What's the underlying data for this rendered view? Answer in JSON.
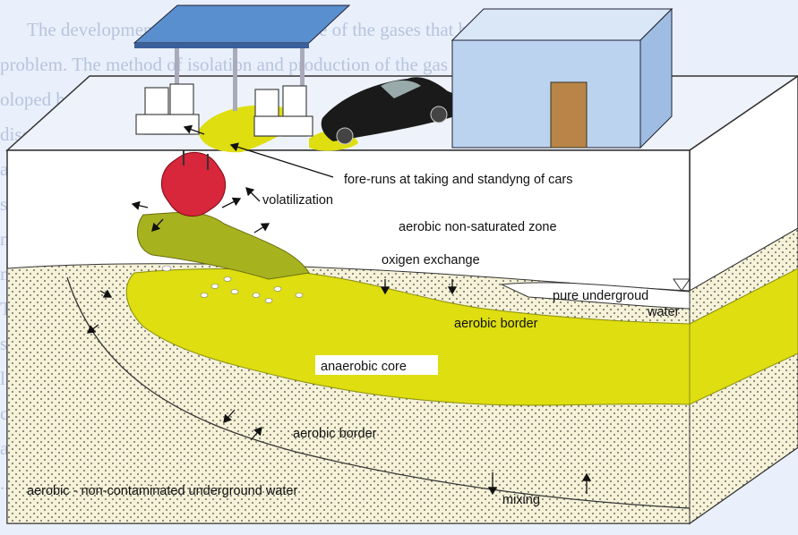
{
  "background_text": [
    "The development of this is found in one of the gases that become also",
    "problem. The method of isolation and production of the gas that has been",
    "oloped by the ... of ... found in ... One of ... of these facts has",
    "discovered ... the ... which ... in ... unsaturated surfaces,",
    "and underground water that ... of ... the substances and",
    "supposes ... absolutely resolute approach to the problems. The",
    "method of ... degradation of natural substances provides the",
    "momentary ...",
    "The ... of ... the ... of ...",
    "solution ... ... the ...",
    "lled, exactly balanced ... process of the ...",
    "carbonic chains of the ... to the ...",
    "ates. Whereas the enzymes do ... the ... there",
    "... exist a case of production of glycerols and substances similar to them,"
  ],
  "labels": {
    "fore_runs": "fore-runs at taking and standyng of cars",
    "volatilization": "volatilization",
    "aerobic_zone": "aerobic non-saturated zone",
    "oxygen": "oxigen exchange",
    "pure_water_1": "pure undergroud",
    "pure_water_2": "water",
    "aerobic_border_upper": "aerobic border",
    "anaerobic_core": "anaerobic core",
    "aerobic_border_lower": "aerobic border",
    "non_contaminated": "aerobic - non-contaminated underground water",
    "mixing": "mixing"
  },
  "colors": {
    "contaminant": "#dede10",
    "contaminant_dark": "#bcc21c",
    "spill": "#a7b21f",
    "tank": "#d8263a",
    "water_dots": "#f5f2d8",
    "soil": "#ffffff",
    "canopy": "#5a8fcf",
    "building": "#bcd3ef",
    "door": "#b88447"
  }
}
